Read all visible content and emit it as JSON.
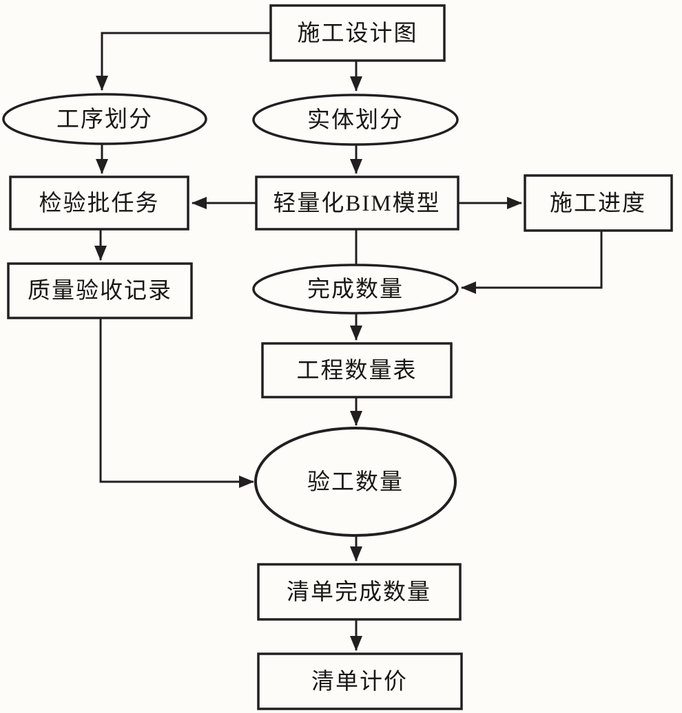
{
  "diagram": {
    "description": "BIM construction quantity workflow flowchart",
    "colors": {
      "background": "#fdfcf9",
      "line": "#231f20",
      "node_fill": "#fdfcf9",
      "text": "#1a1714"
    },
    "nodes": {
      "design_drawing": {
        "label": "施工设计图",
        "shape": "rect"
      },
      "process_division": {
        "label": "工序划分",
        "shape": "ellipse"
      },
      "entity_division": {
        "label": "实体划分",
        "shape": "ellipse"
      },
      "inspection_batch_task": {
        "label": "检验批任务",
        "shape": "rect"
      },
      "lightweight_bim_model": {
        "label": "轻量化BIM模型",
        "shape": "rect"
      },
      "construction_progress": {
        "label": "施工进度",
        "shape": "rect"
      },
      "quality_acceptance_record": {
        "label": "质量验收记录",
        "shape": "rect"
      },
      "completed_quantity": {
        "label": "完成数量",
        "shape": "ellipse"
      },
      "engineering_quantity_table": {
        "label": "工程数量表",
        "shape": "rect"
      },
      "work_acceptance_quantity": {
        "label": "验工数量",
        "shape": "ellipse"
      },
      "list_completed_quantity": {
        "label": "清单完成数量",
        "shape": "rect"
      },
      "list_pricing": {
        "label": "清单计价",
        "shape": "rect"
      }
    },
    "edges": [
      {
        "from": "design_drawing",
        "to": "process_division",
        "arrow": true
      },
      {
        "from": "design_drawing",
        "to": "entity_division",
        "arrow": true
      },
      {
        "from": "process_division",
        "to": "inspection_batch_task",
        "arrow": true
      },
      {
        "from": "entity_division",
        "to": "lightweight_bim_model",
        "arrow": true
      },
      {
        "from": "lightweight_bim_model",
        "to": "inspection_batch_task",
        "arrow": true
      },
      {
        "from": "lightweight_bim_model",
        "to": "construction_progress",
        "arrow": true
      },
      {
        "from": "lightweight_bim_model",
        "to": "completed_quantity",
        "arrow": false
      },
      {
        "from": "inspection_batch_task",
        "to": "quality_acceptance_record",
        "arrow": true
      },
      {
        "from": "construction_progress",
        "to": "completed_quantity",
        "arrow": true
      },
      {
        "from": "quality_acceptance_record",
        "to": "work_acceptance_quantity",
        "arrow": true
      },
      {
        "from": "completed_quantity",
        "to": "engineering_quantity_table",
        "arrow": true
      },
      {
        "from": "engineering_quantity_table",
        "to": "work_acceptance_quantity",
        "arrow": true
      },
      {
        "from": "work_acceptance_quantity",
        "to": "list_completed_quantity",
        "arrow": true
      },
      {
        "from": "list_completed_quantity",
        "to": "list_pricing",
        "arrow": true
      }
    ]
  }
}
